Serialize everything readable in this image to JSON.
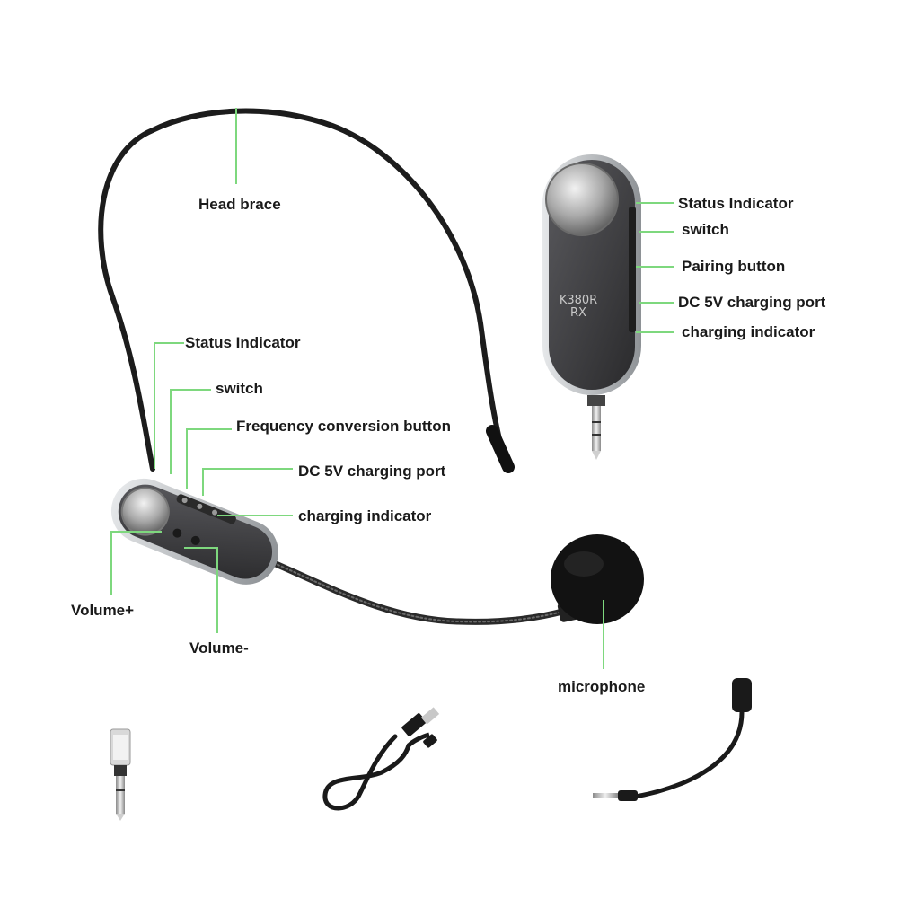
{
  "colors": {
    "leader_line": "#7ed87e",
    "device_body": "#3a3a3c",
    "device_trim": "#bfc3c8",
    "cable": "#1c1c1c",
    "foam": "#111111"
  },
  "labels": {
    "head_brace": "Head brace",
    "headset_status_indicator": "Status Indicator",
    "headset_switch": "switch",
    "frequency_conversion_button": "Frequency conversion button",
    "headset_dc_port": "DC 5V charging port",
    "headset_charging_indicator": "charging indicator",
    "volume_plus": "Volume+",
    "volume_minus": "Volume-",
    "microphone": "microphone",
    "receiver_status_indicator": "Status Indicator",
    "receiver_switch": "switch",
    "pairing_button": "Pairing button",
    "receiver_dc_port": "DC 5V charging port",
    "receiver_charging_indicator": "charging indicator"
  },
  "receiver": {
    "model_line1": "K380R",
    "model_line2": "RX"
  },
  "accessories": [
    {
      "icon": "audio-adapter-icon"
    },
    {
      "icon": "usb-cable-icon"
    },
    {
      "icon": "audio-cable-icon"
    }
  ]
}
